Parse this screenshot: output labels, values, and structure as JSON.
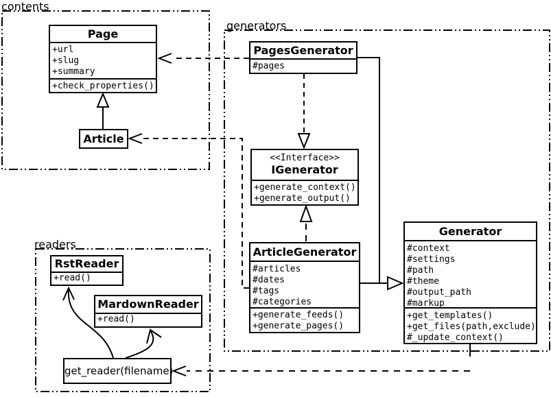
{
  "packages": {
    "contents": {
      "label": "contents"
    },
    "generators": {
      "label": "generators"
    },
    "readers": {
      "label": "readers"
    }
  },
  "classes": {
    "page": {
      "name": "Page",
      "attributes": [
        "+url",
        "+slug",
        "+summary"
      ],
      "methods": [
        "+check_properties()"
      ]
    },
    "article": {
      "name": "Article"
    },
    "pages_generator": {
      "name": "PagesGenerator",
      "attributes": [
        "#pages"
      ]
    },
    "igenerator": {
      "stereotype": "<<Interface>>",
      "name": "IGenerator",
      "methods": [
        "+generate_context()",
        "+generate_output()"
      ]
    },
    "article_generator": {
      "name": "ArticleGenerator",
      "attributes": [
        "#articles",
        "#dates",
        "#tags",
        "#categories"
      ],
      "methods": [
        "+generate_feeds()",
        "+generate_pages()"
      ]
    },
    "generator": {
      "name": "Generator",
      "attributes": [
        "#context",
        "#settings",
        "#path",
        "#theme",
        "#output_path",
        "#markup"
      ],
      "methods": [
        "+get_templates()",
        "+get_files(path,exclude)",
        "#_update_context()"
      ]
    },
    "rst_reader": {
      "name": "RstReader",
      "methods": [
        "+read()"
      ]
    },
    "markdown_reader": {
      "name": "MardownReader",
      "methods": [
        "+read()"
      ]
    },
    "get_reader": {
      "label": "get_reader(filename)"
    }
  },
  "relationships": [
    {
      "from": "Article",
      "to": "Page",
      "type": "inheritance",
      "style": "solid-hollow-triangle"
    },
    {
      "from": "PagesGenerator",
      "to": "Page",
      "type": "dependency",
      "style": "dashed-open-arrow"
    },
    {
      "from": "ArticleGenerator",
      "to": "Article",
      "type": "dependency",
      "style": "dashed-open-arrow"
    },
    {
      "from": "PagesGenerator",
      "to": "IGenerator",
      "type": "realization",
      "style": "dashed-hollow-triangle"
    },
    {
      "from": "ArticleGenerator",
      "to": "IGenerator",
      "type": "realization",
      "style": "dashed-hollow-triangle"
    },
    {
      "from": "PagesGenerator",
      "to": "Generator",
      "type": "inheritance",
      "style": "solid-hollow-triangle"
    },
    {
      "from": "ArticleGenerator",
      "to": "Generator",
      "type": "inheritance",
      "style": "solid-hollow-triangle"
    },
    {
      "from": "Generator",
      "to": "get_reader(filename)",
      "type": "dependency",
      "style": "dashed-open-arrow"
    },
    {
      "from": "get_reader(filename)",
      "to": "RstReader",
      "type": "call",
      "style": "curved-open-arrow"
    },
    {
      "from": "get_reader(filename)",
      "to": "MardownReader",
      "type": "call",
      "style": "curved-open-arrow"
    }
  ],
  "colors": {
    "line": "#000000",
    "background": "#ffffff",
    "box_fill": "#ffffff"
  }
}
